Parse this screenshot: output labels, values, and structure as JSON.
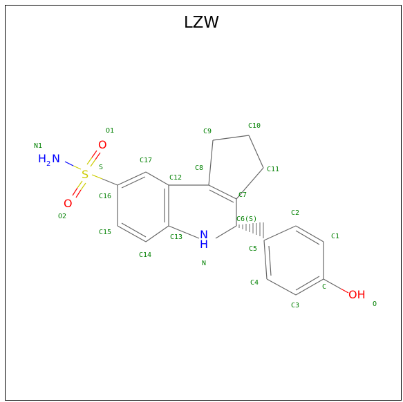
{
  "title": "LZW",
  "colors": {
    "bond": "#666666",
    "label": "#008000",
    "oxygen": "#ff0000",
    "nitrogen": "#0000ff",
    "sulfur": "#cccc00",
    "hydroxyl": "#ff0000"
  },
  "atoms": {
    "sulfur": "S",
    "oxygen1": "O",
    "oxygen2": "O",
    "amine": "H",
    "amine_sub": "2",
    "amine_n": "N",
    "ring_nh_n": "N",
    "ring_nh_h": "H",
    "hydroxyl": "OH"
  },
  "labels": {
    "N1": "N1",
    "O1": "O1",
    "O2": "O2",
    "S": "S",
    "C17": "C17",
    "C16": "C16",
    "C15": "C15",
    "C14": "C14",
    "C13": "C13",
    "C12": "C12",
    "C8": "C8",
    "C9": "C9",
    "C10": "C10",
    "C11": "C11",
    "C7": "C7",
    "C6": "C6(S)",
    "C5": "C5",
    "C4": "C4",
    "C3": "C3",
    "C2": "C2",
    "C1": "C1",
    "C": "C",
    "O": "O",
    "N": "N"
  }
}
